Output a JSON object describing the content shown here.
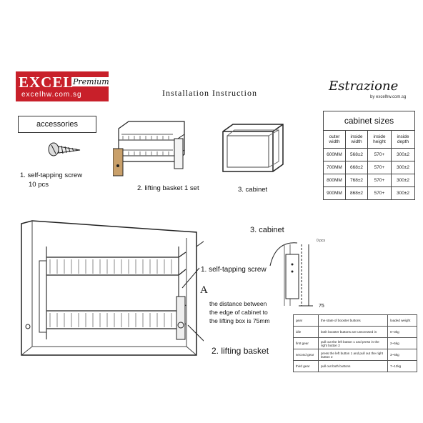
{
  "header": {
    "logo_text": "EXCEL",
    "logo_tagline": "Premium",
    "logo_url": "excelhw.com.sg",
    "title": "Installation Instruction",
    "brand": "Estrazione",
    "brand_sub": "by excelhw.com.sg"
  },
  "accessories": {
    "heading": "accessories",
    "items": [
      {
        "label": "1. self-tapping screw",
        "qty": "10 pcs",
        "icon": "screw-icon"
      },
      {
        "label": "2. lifting basket 1 set",
        "icon": "lifting-basket-icon"
      },
      {
        "label": "3. cabinet",
        "icon": "cabinet-icon"
      }
    ]
  },
  "cabinet_sizes": {
    "title": "cabinet sizes",
    "columns": [
      "outer width",
      "inside width",
      "inside height",
      "inside depth"
    ],
    "rows": [
      [
        "600MM",
        "568±2",
        "570+",
        "300±2"
      ],
      [
        "700MM",
        "668±2",
        "570+",
        "300±2"
      ],
      [
        "800MM",
        "768±2",
        "570+",
        "300±2"
      ],
      [
        "900MM",
        "868±2",
        "570+",
        "300±2"
      ]
    ]
  },
  "diagram": {
    "cabinet_label": "3. cabinet",
    "screw_label": "1. self-tapping screw",
    "basket_label": "2. lifting basket",
    "detail_marker": "A",
    "distance_note": [
      "the distance between",
      "the edge of cabinet to",
      "the lifting box is 75mm"
    ],
    "dimension": "75",
    "small_note": "0 pcs"
  },
  "operations": {
    "headers": [
      "gear",
      "the state of booster buttons",
      "loaded weight"
    ],
    "rows": [
      [
        "idle",
        "both booster buttons are unscrewed in",
        "0~3kg"
      ],
      [
        "first gear",
        "pull out the left button 1 and press in the right button 2",
        "2~5kg"
      ],
      [
        "second gear",
        "press the left button 1 and pull out the right button 2",
        "3~6kg"
      ],
      [
        "third gear",
        "pull out both buttons",
        "7~12kg"
      ]
    ]
  }
}
